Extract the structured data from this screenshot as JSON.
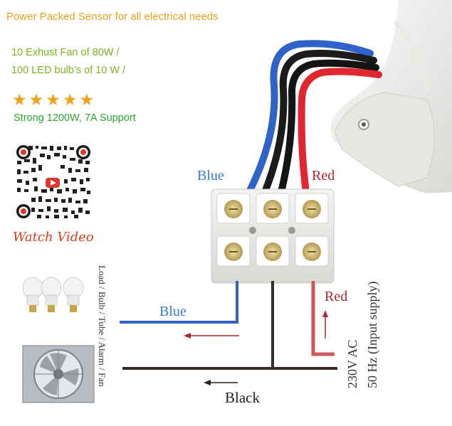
{
  "header": {
    "title": "Power Packed Sensor for all electrical needs",
    "line1": "10 Exhust Fan of 80W  /",
    "line2": "100 LED bulb’s of 10 W /",
    "rating": "★★★★★",
    "support": "Strong 1200W, 7A Support"
  },
  "qr": {
    "caption": "Watch Video"
  },
  "terminal_labels": {
    "blue": "Blue",
    "red": "Red"
  },
  "wiring_labels": {
    "blue": "Blue",
    "red": "Red",
    "black": "Black",
    "load": "Load / Bulb / Tube / Alarm / Fan",
    "supply_line1": "230V AC",
    "supply_line2": "50 Hz (Input supply)"
  },
  "colors": {
    "blue_wire": "#2f63c9",
    "red_wire": "#cc5a5a",
    "black_wire": "#3b2a28",
    "header": "#e8a21a",
    "accent_green": "#7cb51c",
    "star": "#f2a118"
  },
  "icons": [
    "led-bulb-icon",
    "exhaust-fan-icon",
    "qr-code-icon",
    "youtube-icon",
    "arrow-left-icon",
    "arrow-up-icon"
  ]
}
